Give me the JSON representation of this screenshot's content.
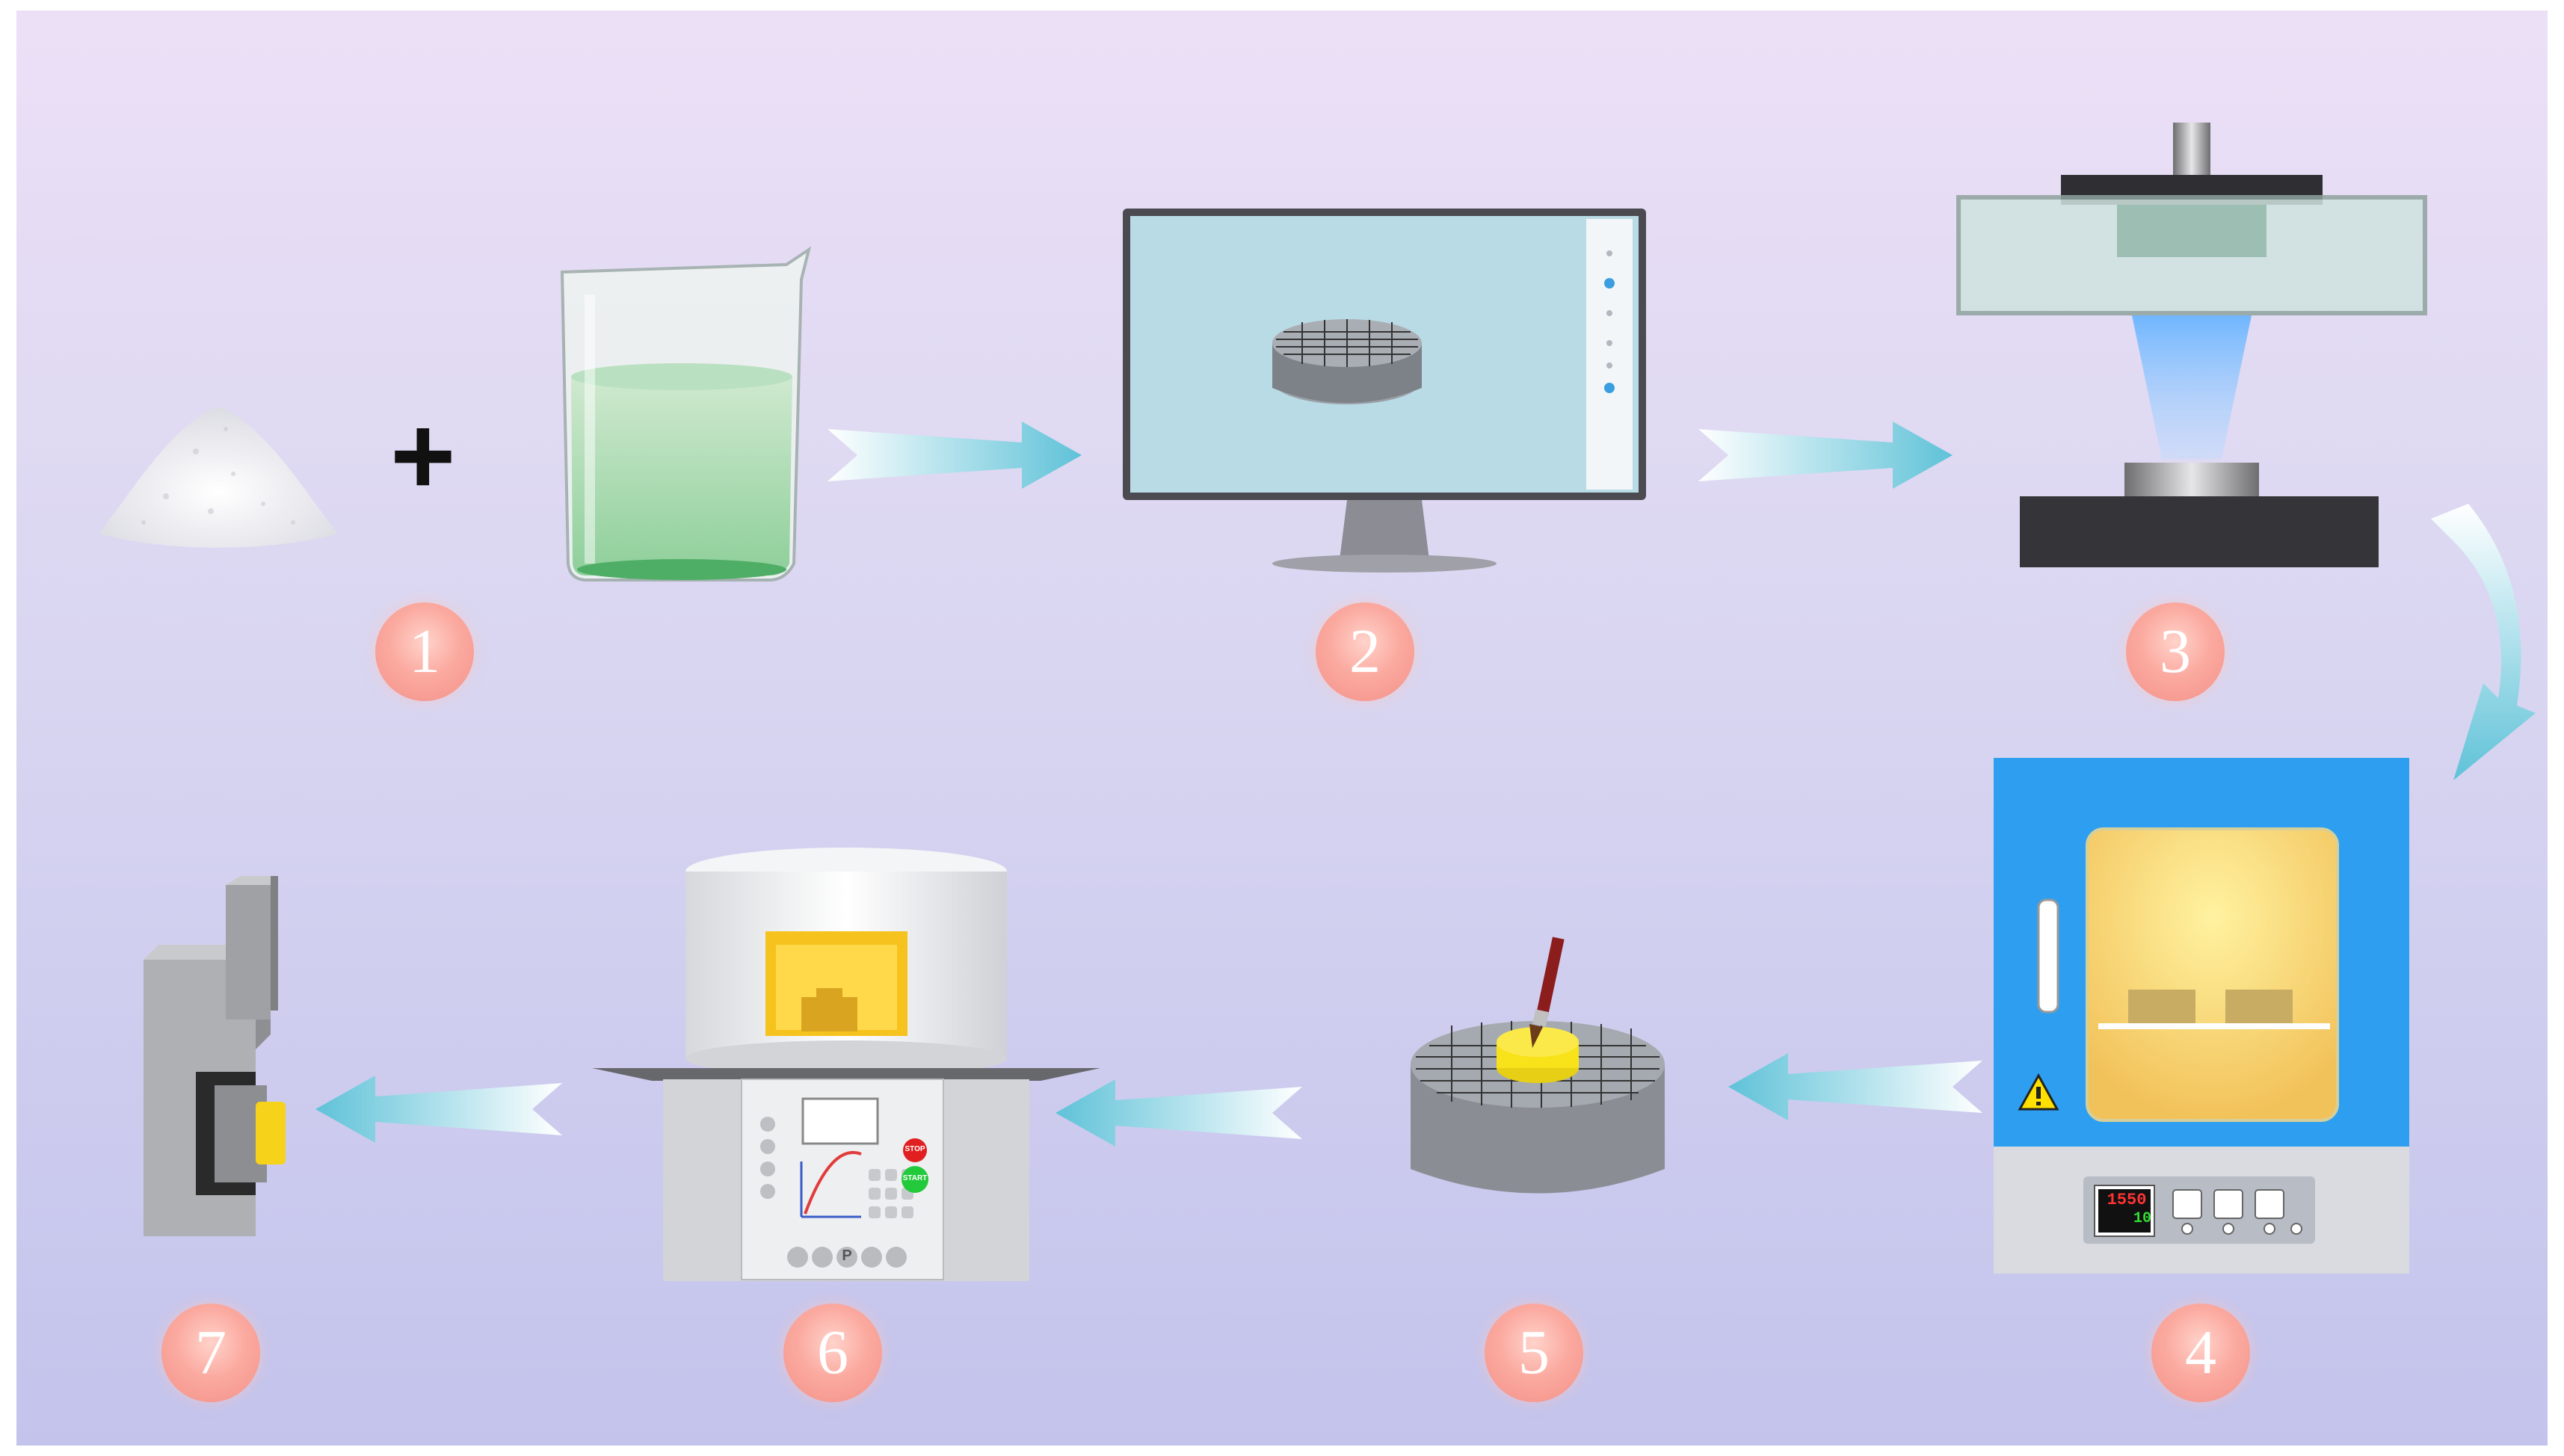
{
  "steps": [
    {
      "label": "1",
      "name": "powder-and-liquid-mixing"
    },
    {
      "label": "2",
      "name": "computer-model-design"
    },
    {
      "label": "3",
      "name": "photocuring-printing"
    },
    {
      "label": "4",
      "name": "drying-oven"
    },
    {
      "label": "5",
      "name": "surface-coating"
    },
    {
      "label": "6",
      "name": "sintering-furnace"
    },
    {
      "label": "7",
      "name": "testing-fixture"
    }
  ],
  "plus_sign": "+",
  "oven_display": {
    "temperature": "1550",
    "setpoint": "10"
  },
  "furnace_panel": {
    "stop_label": "STOP",
    "start_label": "START",
    "program_button": "P"
  },
  "colors": {
    "arrow": "#7ecfe0",
    "badge": "#f7a096",
    "oven_body": "#2e9ff0",
    "furnace_window": "#f6c21e",
    "coating_yellow": "#f8e21a"
  },
  "icons": [
    "powder-pile-icon",
    "beaker-icon",
    "monitor-icon",
    "printer-icon",
    "oven-icon",
    "brush-icon",
    "furnace-icon",
    "fixture-icon",
    "warning-icon"
  ]
}
